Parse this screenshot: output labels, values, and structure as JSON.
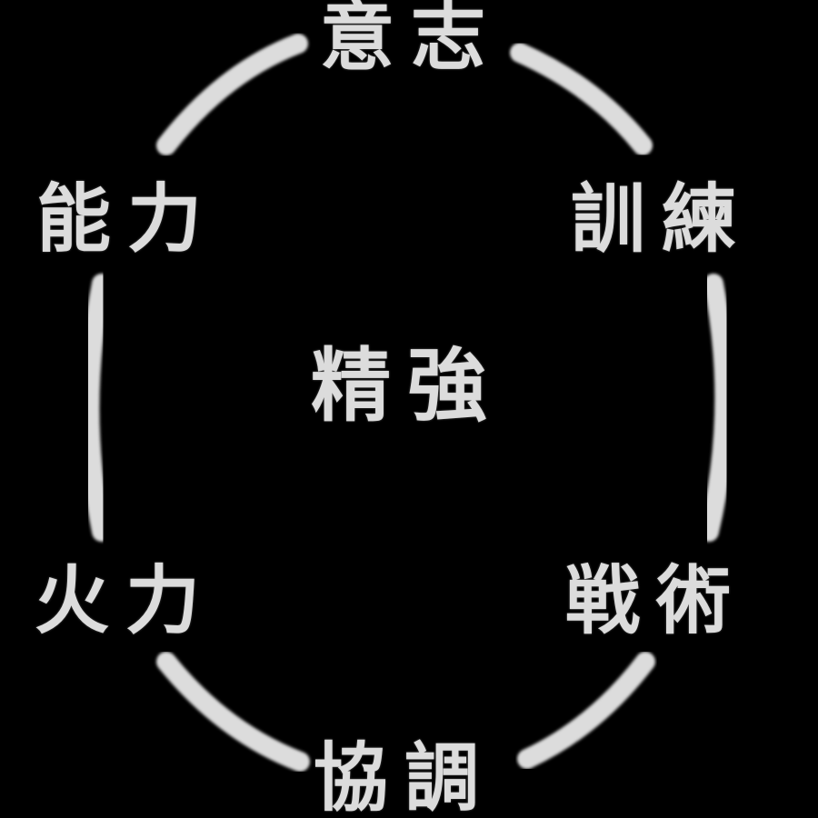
{
  "diagram": {
    "center": "精強",
    "nodes": {
      "top": "意志",
      "top_right": "訓練",
      "bottom_right": "戦術",
      "bottom": "協調",
      "bottom_left": "火力",
      "top_left": "能力"
    },
    "colors": {
      "background": "#000000",
      "foreground": "#dcdcdc"
    }
  }
}
